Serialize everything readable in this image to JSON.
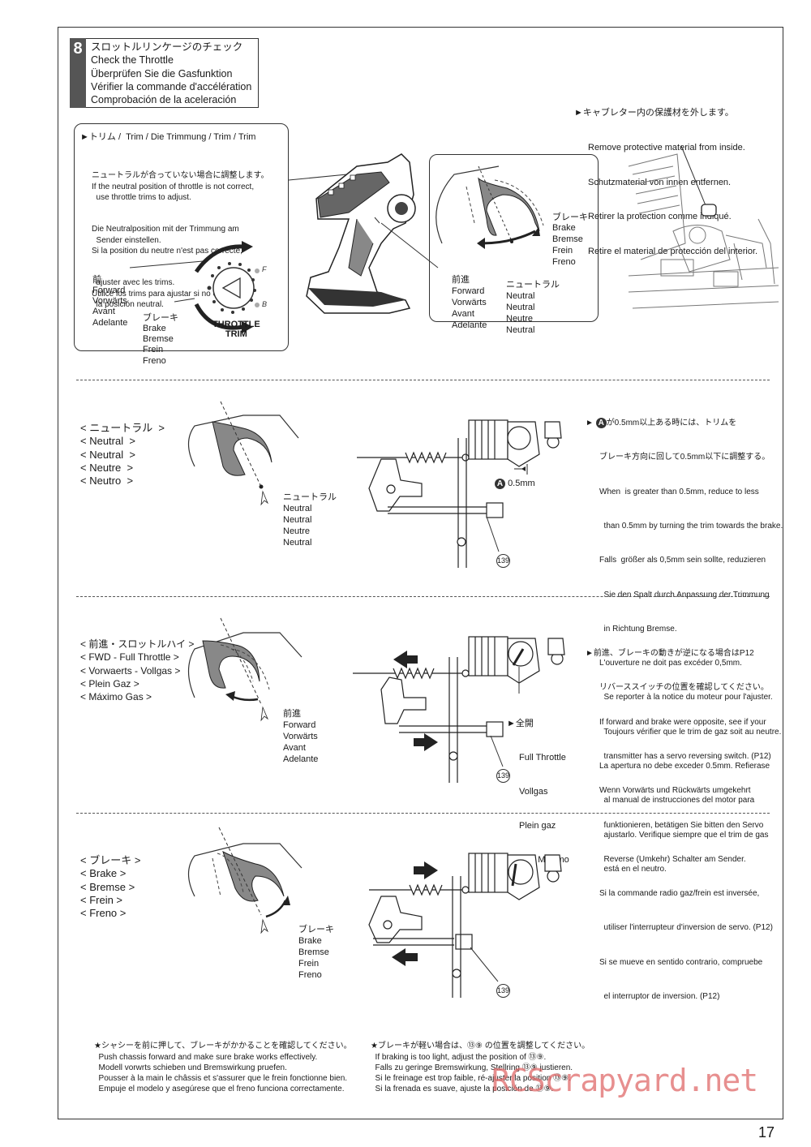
{
  "step": {
    "number": "8",
    "lines": [
      "スロットルリンケージのチェック",
      "Check the Throttle",
      "Überprüfen Sie die Gasfunktion",
      "Vérifier la commande d'accélération",
      "Comprobación de la aceleración"
    ]
  },
  "trim": {
    "heading": "トリム /  Trim / Die Trimmung / Trim / Trim",
    "desc": [
      "ニュートラルが合っていない場合に調整します。",
      "If the neutral position of throttle is not correct,",
      "  use throttle trims to adjust.",
      "Die Neutralposition mit der Trimmung am",
      "  Sender einstellen.",
      "Si la position du neutre n'est pas correcte,",
      "  ajuster avec les trims.",
      "Utilice los trims para ajustar si no obtiene",
      "  la posición neutral."
    ],
    "forward": [
      "前",
      "Forward",
      "Vorwärts",
      "Avant",
      "Adelante"
    ],
    "brake": [
      "ブレーキ",
      "Brake",
      "Bremse",
      "Frein",
      "Freno"
    ],
    "dial_f": "F",
    "dial_b": "B",
    "dial_label": "THROTTLE\nTRIM"
  },
  "carb_box": {
    "brake": [
      "ブレーキ",
      "Brake",
      "Bremse",
      "Frein",
      "Freno"
    ],
    "forward": [
      "前進",
      "Forward",
      "Vorwärts",
      "Avant",
      "Adelante"
    ],
    "neutral": [
      "ニュートラル",
      "Neutral",
      "Neutral",
      "Neutre",
      "Neutral"
    ]
  },
  "protect": [
    "キャブレター内の保護材を外します。",
    "Remove protective material from inside.",
    "Schutzmaterial von innen entfernen.",
    "Retirer la protection comme indiqué.",
    "Retire el material de protección del interior."
  ],
  "neutral_section": {
    "title": [
      "< ニュートラル  >",
      "< Neutral  >",
      "< Neutral  >",
      "< Neutre  >",
      "< Neutro  >"
    ],
    "label": [
      "ニュートラル",
      "Neutral",
      "Neutral",
      "Neutre",
      "Neutral"
    ],
    "gap": "0.5mm",
    "part": "139",
    "note": [
      "が0.5mm以上ある時には、トリムを",
      "ブレーキ方向に回して0.5mm以下に調整する。",
      "When  is greater than 0.5mm, reduce to less",
      "  than 0.5mm by turning the trim towards the brake.",
      "Falls  größer als 0,5mm sein sollte, reduzieren",
      "  Sie den Spalt durch Anpassung der Trimmung",
      "  in Richtung Bremse.",
      "L'ouverture ne doit pas excéder 0,5mm.",
      "  Se reporter à la notice du moteur pour l'ajuster.",
      "  Toujours vérifier que le trim de gaz soit au neutre.",
      "La apertura no debe exceder 0.5mm. Refierase",
      "  al manual de instrucciones del motor para",
      "  ajustarlo. Verifique siempre que el trim de gas",
      "  está en el neutro."
    ]
  },
  "fwd_section": {
    "title": [
      "< 前進・スロットルハイ >",
      "< FWD - Full Throttle >",
      "< Vorwaerts - Vollgas >",
      "< Plein Gaz >",
      "< Máximo Gas >"
    ],
    "label": [
      "前進",
      "Forward",
      "Vorwärts",
      "Avant",
      "Adelante"
    ],
    "full": [
      "全開",
      "Full Throttle",
      "Vollgas",
      "Plein gaz",
      "Gas Máximo"
    ],
    "part": "139",
    "note": [
      "前進、ブレーキの動きが逆になる場合はP12",
      "リバーススイッチの位置を確認してください。",
      "If forward and brake were opposite, see if your",
      "  transmitter has a servo reversing switch. (P12)",
      "Wenn Vorwärts und Rückwärts umgekehrt",
      "  funktionieren, betätigen Sie bitten den Servo",
      "  Reverse (Umkehr) Schalter am Sender.",
      "Si la commande radio gaz/frein est inversée,",
      "  utiliser l'interrupteur d'inversion de servo. (P12)",
      "Si se mueve en sentido contrario, compruebe",
      "  el interruptor de inversion. (P12)"
    ]
  },
  "brake_section": {
    "title": [
      "< ブレーキ >",
      "< Brake >",
      "< Bremse >",
      "< Frein >",
      "< Freno >"
    ],
    "label": [
      "ブレーキ",
      "Brake",
      "Bremse",
      "Frein",
      "Freno"
    ],
    "part": "139"
  },
  "foot_left": [
    "★シャシーを前に押して、ブレーキがかかることを確認してください。",
    "  Push chassis forward and make sure brake works effectively.",
    "  Modell vorwrts schieben und Bremswirkung pruefen.",
    "  Pousser à la main le châssis et s'assurer que le frein fonctionne bien.",
    "  Empuje el modelo y asegúrese que el freno funciona correctamente."
  ],
  "foot_right": [
    "★ブレーキが軽い場合は、⑬⑨ の位置を調整してください。",
    "  If braking is too light, adjust the position of ⑬⑨.",
    "  Falls zu geringe Bremswirkung, Stellring ⑬⑨ justieren.",
    "  Si le freinage est trop faible, ré-ajuster la position ⑬⑨.",
    "  Si la frenada es suave, ajuste la posición de ⑬⑨."
  ],
  "page_number": "17",
  "watermark": "RCScrapyard.net"
}
